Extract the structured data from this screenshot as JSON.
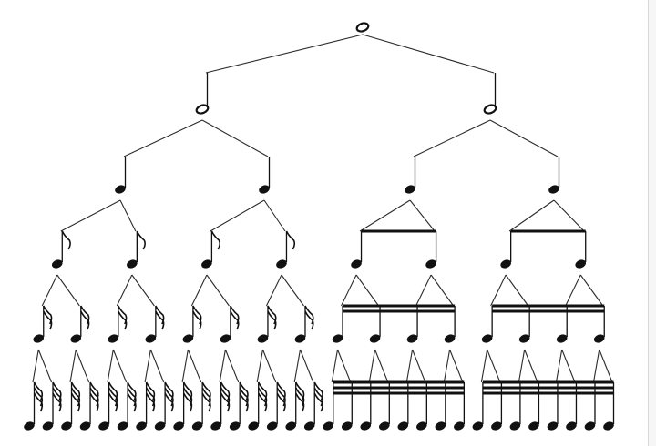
{
  "diagram": {
    "type": "note-value-tree",
    "levels": [
      {
        "note": "whole",
        "count": 1,
        "heads": "open",
        "stem": false
      },
      {
        "note": "half",
        "count": 2,
        "heads": "open",
        "stem": true
      },
      {
        "note": "quarter",
        "count": 4,
        "heads": "filled",
        "stem": true
      },
      {
        "note": "eighth",
        "count": 8,
        "heads": "filled",
        "stem": true,
        "right_half_beamed": true,
        "beams": 1
      },
      {
        "note": "sixteenth",
        "count": 16,
        "heads": "filled",
        "stem": true,
        "right_half_beamed": true,
        "beams": 2
      },
      {
        "note": "thirty-second",
        "count": 32,
        "heads": "filled",
        "stem": true,
        "right_half_beamed": true,
        "beams": 3
      }
    ],
    "colors": {
      "ink": "#111111",
      "lines": "#2b2b2b",
      "background": "#ffffff"
    }
  }
}
